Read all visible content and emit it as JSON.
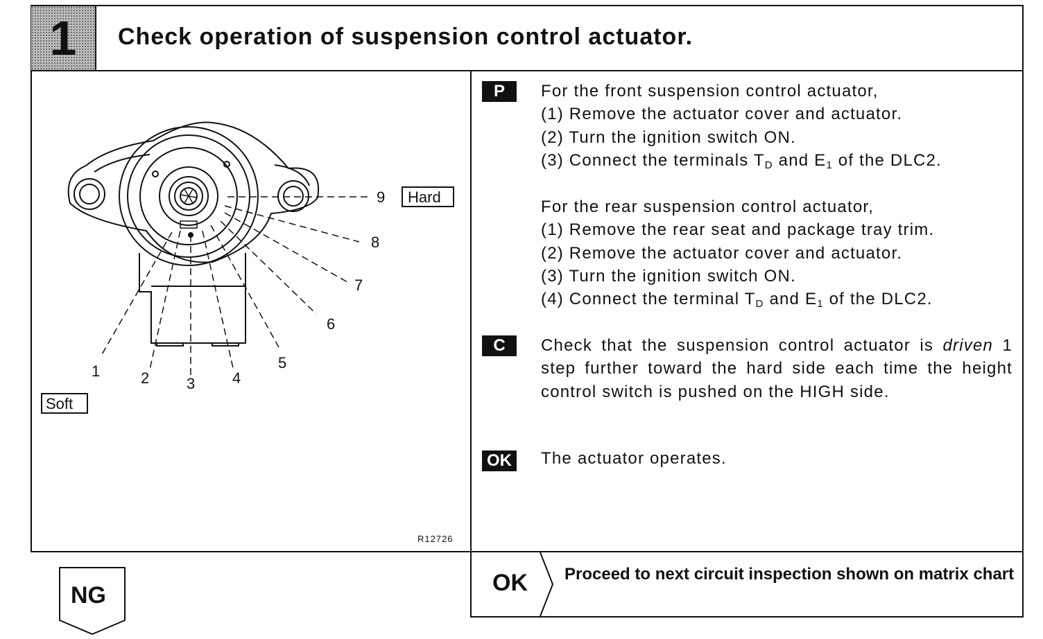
{
  "step": {
    "number": "1",
    "title": "Check operation of suspension control actuator."
  },
  "figure": {
    "callouts": [
      "1",
      "2",
      "3",
      "4",
      "5",
      "6",
      "7",
      "8",
      "9"
    ],
    "hard_label": "Hard",
    "soft_label": "Soft",
    "code": "R12726"
  },
  "tags": {
    "prepare": "P",
    "check": "C",
    "ok": "OK"
  },
  "prepare": {
    "front_heading": "For the front suspension control actuator,",
    "front_steps": [
      "(1) Remove the actuator cover and actuator.",
      "(2) Turn the ignition switch ON.",
      "(3) Connect the terminals T",
      "D",
      " and E",
      "1",
      " of the DLC2."
    ],
    "rear_heading": "For the rear suspension control actuator,",
    "rear_steps": [
      "(1) Remove the rear seat and package tray trim.",
      "(2) Remove the actuator cover and actuator.",
      "(3) Turn the ignition switch ON.",
      "(4) Connect the terminal T",
      "D",
      " and E",
      "1",
      " of the DLC2."
    ]
  },
  "check": {
    "text_before": "Check that the suspension control actuator is ",
    "text_italic": "driven",
    "text_after": " 1 step further toward the hard side each time the height control switch is pushed on the HIGH side."
  },
  "ok_result": "The actuator operates.",
  "branches": {
    "ok_label": "OK",
    "ok_action": "Proceed to next circuit inspection shown on matrix chart",
    "ng_label": "NG"
  }
}
